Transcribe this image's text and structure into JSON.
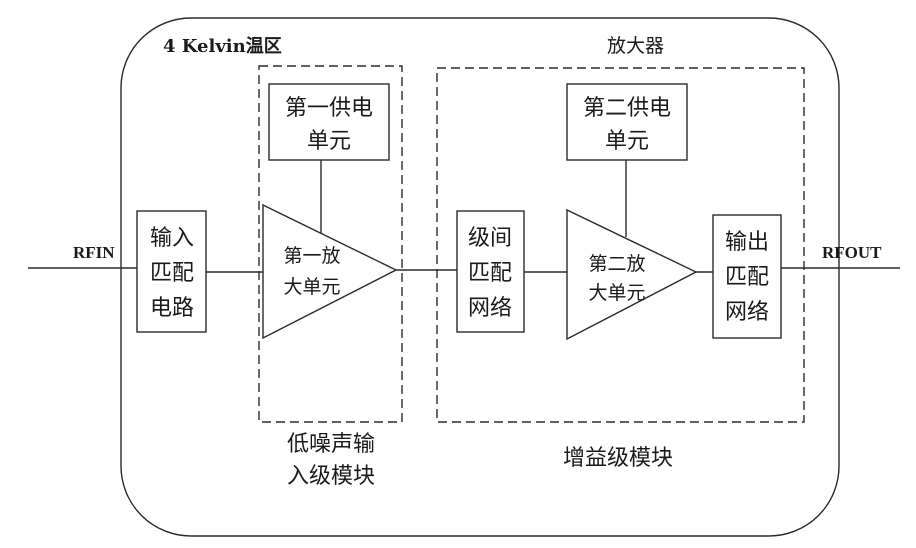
{
  "zone": {
    "label": "4 Kelvin温区"
  },
  "amplifier": {
    "label": "放大器"
  },
  "signals": {
    "input": "RFIN",
    "output": "RFOUT"
  },
  "blocks": {
    "input_match": {
      "lines": [
        "输入",
        "匹配",
        "电路"
      ]
    },
    "first_power": {
      "lines": [
        "第一供电",
        "单元"
      ]
    },
    "first_amp": {
      "lines": [
        "第一放",
        "大单元"
      ]
    },
    "interstage_match": {
      "lines": [
        "级间",
        "匹配",
        "网络"
      ]
    },
    "second_power": {
      "lines": [
        "第二供电",
        "单元"
      ]
    },
    "second_amp": {
      "lines": [
        "第二放",
        "大单元"
      ]
    },
    "output_match": {
      "lines": [
        "输出",
        "匹配",
        "网络"
      ]
    }
  },
  "modules": {
    "lna_input": {
      "lines": [
        "低噪声输",
        "入级模块"
      ]
    },
    "gain_stage": {
      "lines": [
        "增益级模块"
      ]
    }
  }
}
